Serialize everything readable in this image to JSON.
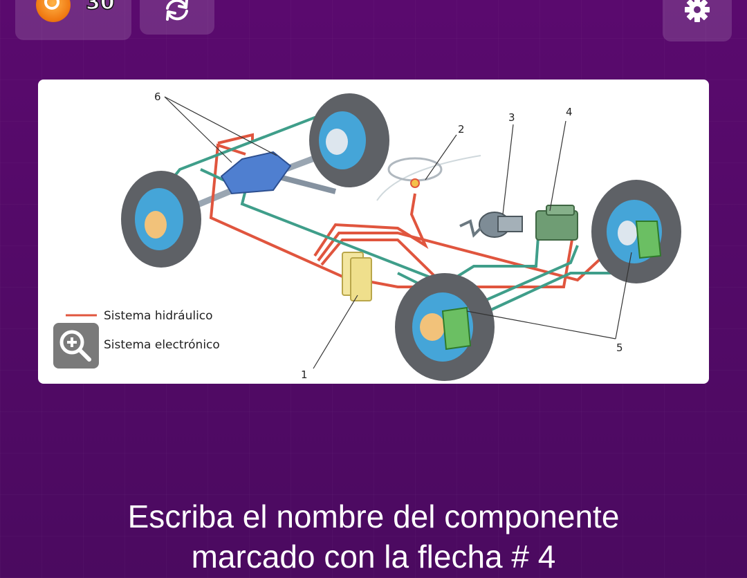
{
  "header": {
    "score": "30",
    "coin_icon": "coin-icon",
    "reload_icon": "reload-icon",
    "settings_icon": "gear-icon"
  },
  "diagram": {
    "labels": {
      "n1": "1",
      "n2": "2",
      "n3": "3",
      "n4": "4",
      "n5": "5",
      "n6": "6"
    },
    "legend": {
      "hydraulic": "Sistema hidráulico",
      "electronic": "Sistema electrónico"
    },
    "colors": {
      "hydraulic": "#e0553e",
      "electronic": "#3f9e8a"
    }
  },
  "zoom": {
    "icon": "zoom-in-icon"
  },
  "question": {
    "line1": "Escriba el nombre del componente",
    "line2": "marcado con la flecha # 4"
  }
}
